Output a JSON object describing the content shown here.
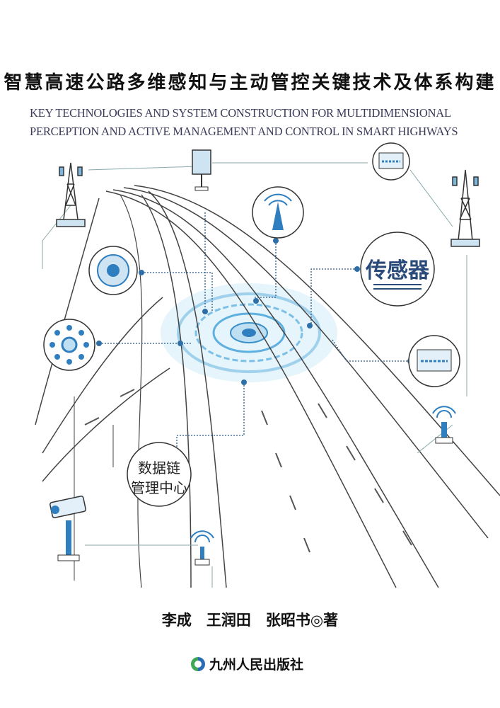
{
  "title_cn": "智慧高速公路多维感知与主动管控关键技术及体系构建",
  "title_en": [
    "KEY TECHNOLOGIES AND SYSTEM CONSTRUCTION FOR MULTIDIMENSIONAL",
    "PERCEPTION AND ACTIVE MANAGEMENT AND CONTROL IN SMART HIGHWAYS"
  ],
  "illustration": {
    "sensor_label": "传感器",
    "data_center_label": [
      "数据链",
      "管理中心"
    ]
  },
  "authors": "李成　王润田　张昭书◎著",
  "publisher": "九州人民出版社",
  "colors": {
    "accent": "#2f7fc0",
    "line": "#444444",
    "light_blue": "#bfe0f2"
  }
}
